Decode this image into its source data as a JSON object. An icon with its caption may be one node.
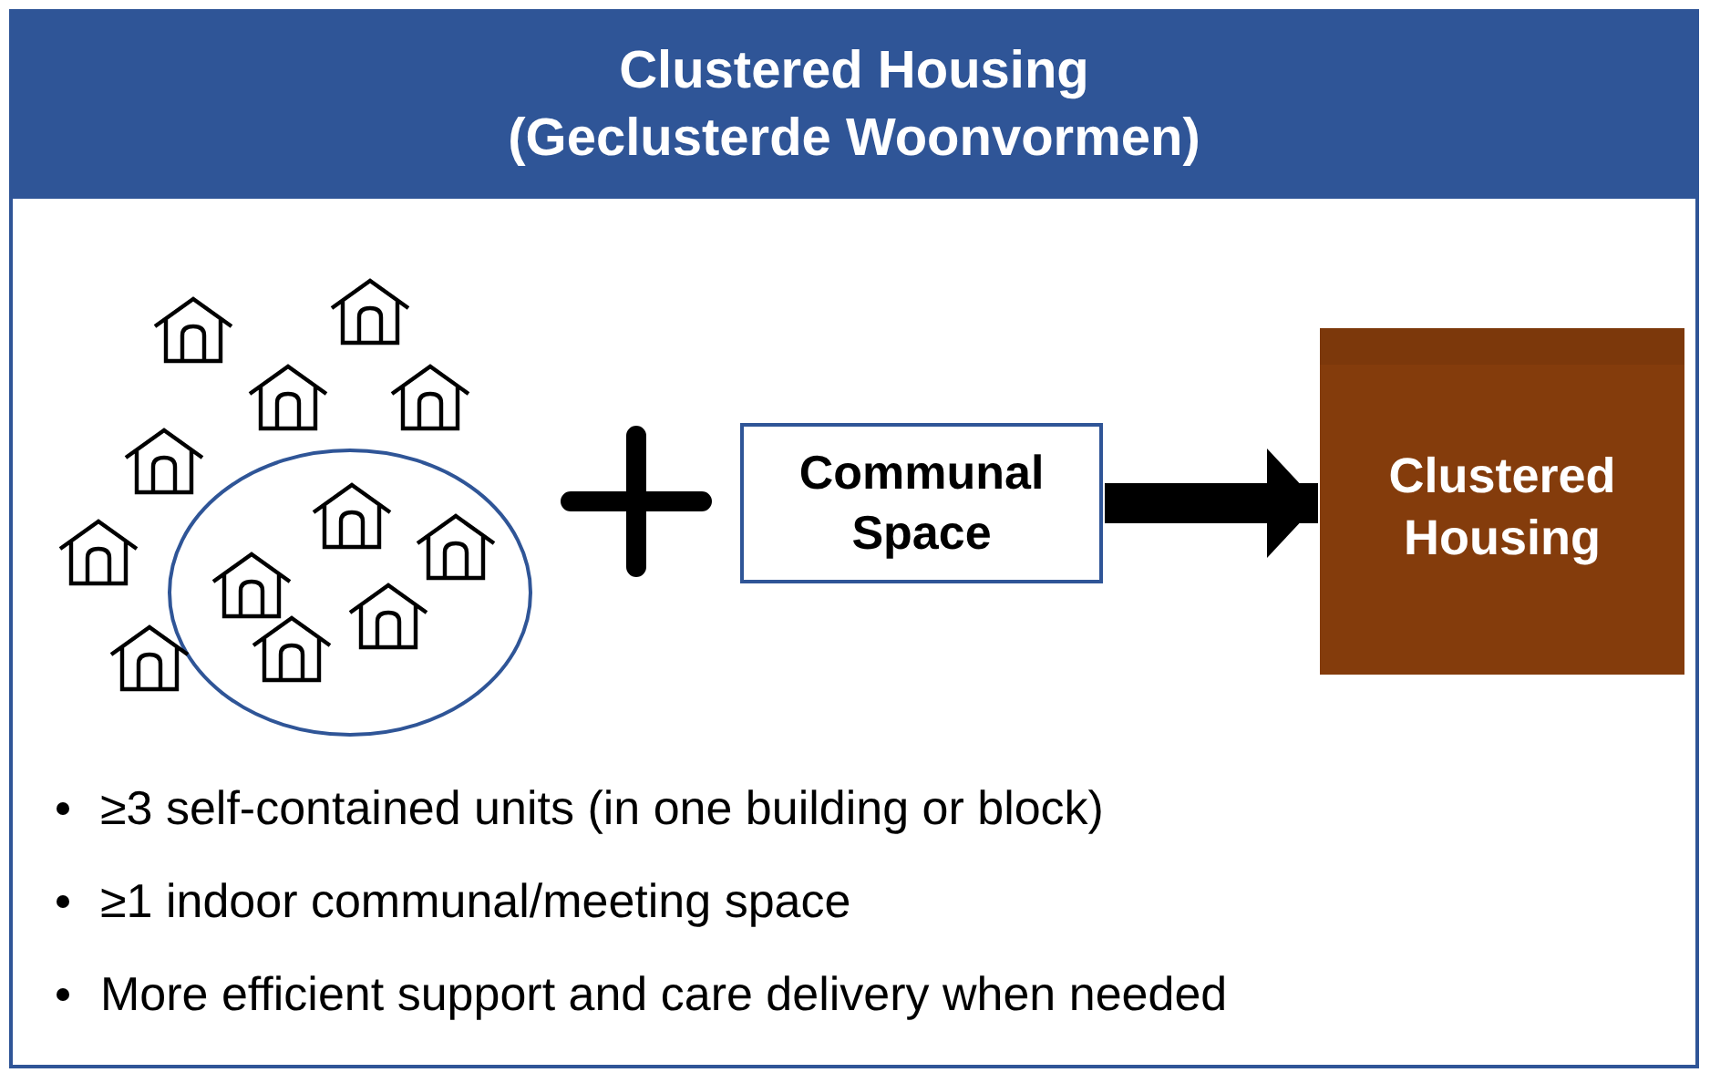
{
  "diagram": {
    "title": "Clustered Housing (Geclusterde Woonvormen)",
    "nodes": [
      {
        "text": [],
        "shape": "ellipse"
      },
      {
        "text": [
          "Communal Space"
        ]
      },
      {
        "text": [
          "Clustered Housing"
        ]
      }
    ],
    "edges": [
      {
        "from": 1,
        "to": 2,
        "arrow": "to"
      }
    ],
    "labels": [
      "≥3 self-contained units (in one building or block)",
      "≥1 indoor communal/meeting space",
      "More efficient support and care delivery when needed"
    ]
  }
}
